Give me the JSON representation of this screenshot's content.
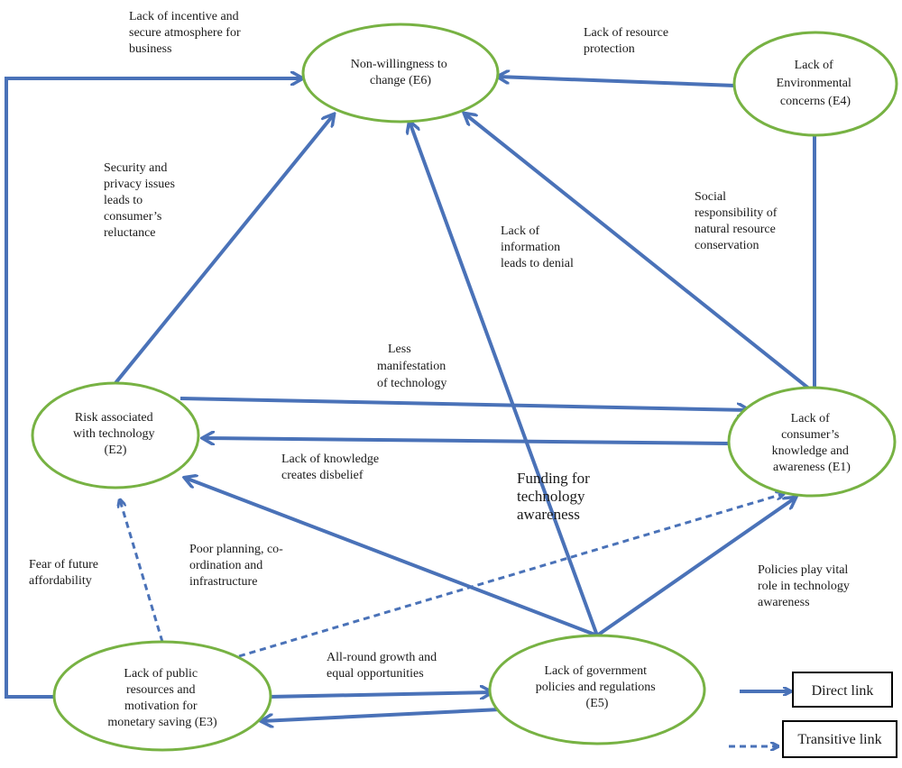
{
  "nodes": {
    "e6": [
      "Non-willingness to",
      "change (E6)"
    ],
    "e4": [
      "Lack of",
      "Environmental",
      "concerns (E4)"
    ],
    "e2": [
      "Risk associated",
      "with technology",
      "(E2)"
    ],
    "e1": [
      "Lack of",
      "consumer’s",
      "knowledge and",
      "awareness (E1)"
    ],
    "e3": [
      "Lack of public",
      "resources and",
      "motivation for",
      "monetary saving (E3)"
    ],
    "e5": [
      "Lack of government",
      "policies and regulations",
      "(E5)"
    ]
  },
  "edge_labels": {
    "incentive": [
      "Lack of incentive and",
      "secure atmosphere for",
      "business"
    ],
    "resource_protection": [
      "Lack of resource",
      "protection"
    ],
    "security": [
      "Security and",
      "privacy issues",
      "leads to",
      "consumer’s",
      "reluctance"
    ],
    "information": [
      "Lack of",
      "information",
      "leads to denial"
    ],
    "social": [
      "Social",
      "responsibility of",
      "natural resource",
      "conservation"
    ],
    "manifestation": [
      "Less",
      "manifestation",
      "of technology"
    ],
    "knowledge": [
      "Lack of knowledge",
      "creates disbelief"
    ],
    "funding": [
      "Funding for",
      "technology",
      "awareness"
    ],
    "poor_planning": [
      "Poor planning, co-",
      "ordination and",
      "infrastructure"
    ],
    "fear": [
      "Fear of future",
      "affordability"
    ],
    "policies": [
      "Policies play vital",
      "role in technology",
      "awareness"
    ],
    "growth": [
      "All-round growth and",
      "equal opportunities"
    ]
  },
  "legend": {
    "direct": "Direct link",
    "transitive": "Transitive link"
  },
  "colors": {
    "arrow": "#4a72b8",
    "node_border": "#77b243",
    "text": "#1a1a1a"
  }
}
